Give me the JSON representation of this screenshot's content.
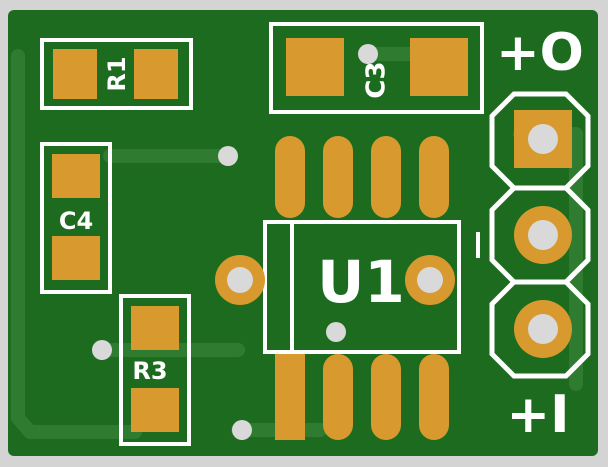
{
  "board": {
    "refdes": {
      "r1": "R1",
      "c3": "C3",
      "c4": "C4",
      "u1": "U1",
      "r3": "R3"
    },
    "labels": {
      "pos_o": "+O",
      "pos_i": "+I"
    }
  },
  "colors": {
    "background": "#d4d4d4",
    "pcb": "#1c6b1f",
    "trace": "#2f7c31",
    "pad": "#d89a2e",
    "silk": "#ffffff",
    "hole": "#d9d9d9"
  }
}
